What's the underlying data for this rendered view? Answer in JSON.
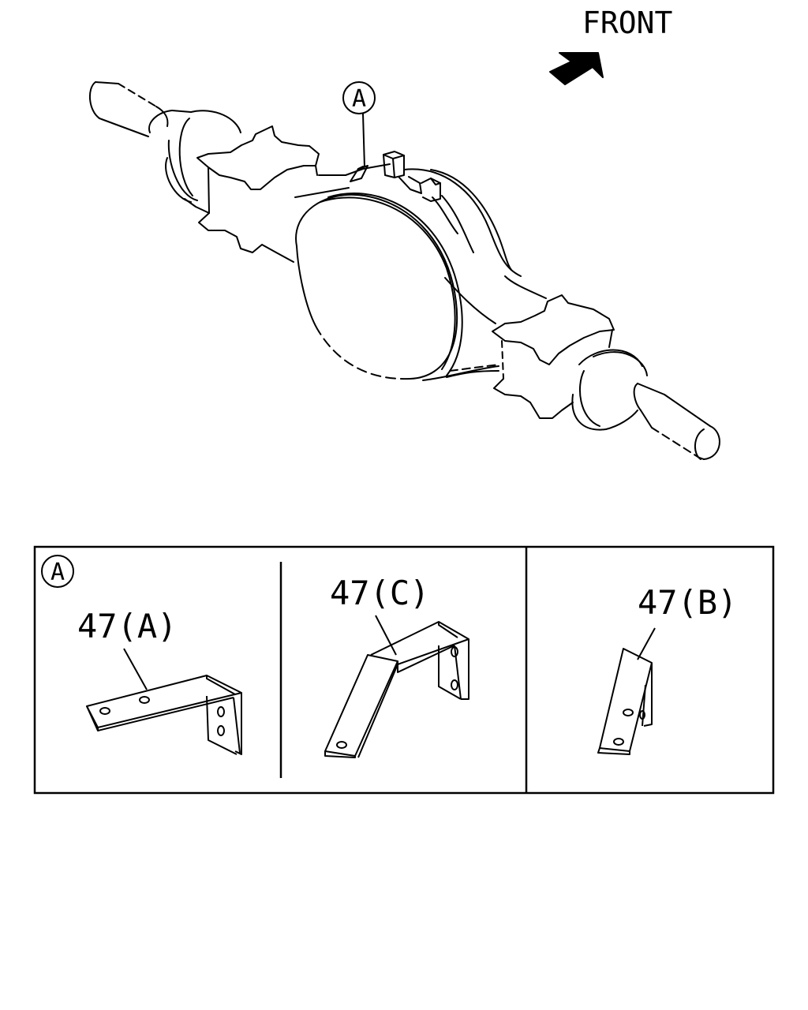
{
  "direction": {
    "label": "FRONT",
    "icon": "arrow-icon"
  },
  "callout": {
    "letter": "A"
  },
  "detail_panel": {
    "section_letter": "A",
    "parts": [
      {
        "label": "47(A)"
      },
      {
        "label": "47(C)"
      },
      {
        "label": "47(B)"
      }
    ]
  },
  "colors": {
    "line": "#000000",
    "background": "#ffffff"
  }
}
